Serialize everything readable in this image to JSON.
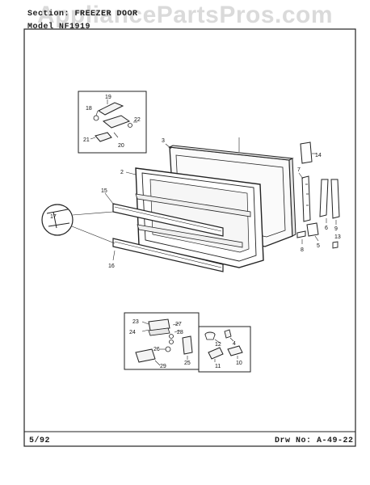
{
  "watermark": "AppliancePartsPros.com",
  "header": {
    "section": "Section: FREEZER DOOR",
    "model": "Model NF1919"
  },
  "footer": {
    "date": "5/92",
    "drawing_number": "Drw No: A-49-22"
  },
  "callouts": {
    "c2": "2",
    "c3": "3",
    "c4": "4",
    "c5": "5",
    "c6": "6",
    "c7": "7",
    "c8": "8",
    "c9": "9",
    "c10": "10",
    "c11": "11",
    "c12": "12",
    "c13": "13",
    "c14": "14",
    "c15": "15",
    "c16": "16",
    "c17": "17",
    "c18": "18",
    "c19": "19",
    "c20": "20",
    "c21": "21",
    "c22": "22",
    "c23": "23",
    "c24": "24",
    "c25": "25",
    "c26": "26",
    "c27": "27",
    "c28": "28",
    "c29": "29"
  }
}
